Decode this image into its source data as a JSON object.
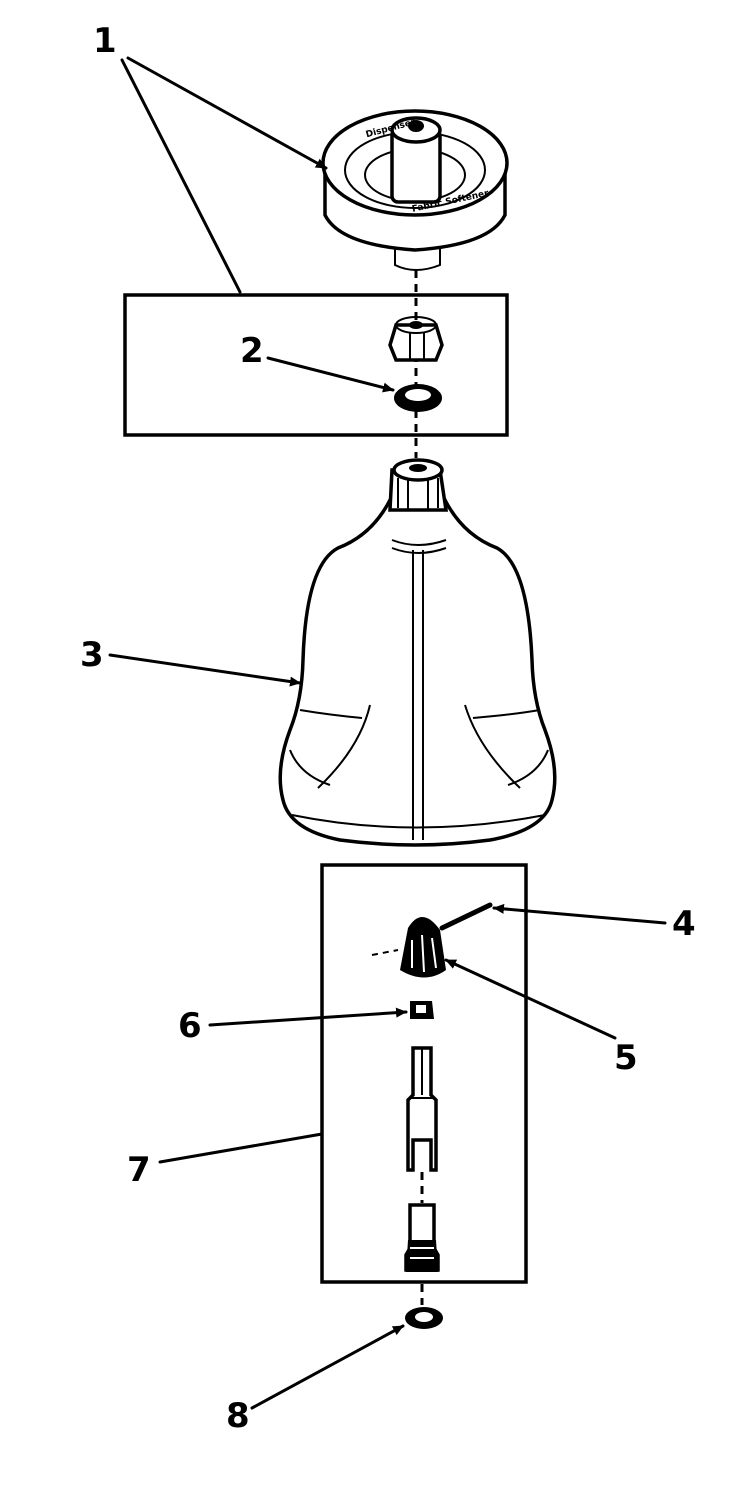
{
  "callouts": {
    "c1": "1",
    "c2": "2",
    "c3": "3",
    "c4": "4",
    "c5": "5",
    "c6": "6",
    "c7": "7",
    "c8": "8"
  },
  "cap_text": {
    "rim_top": "Dispenser",
    "rim_side": "Fabric Softener"
  }
}
